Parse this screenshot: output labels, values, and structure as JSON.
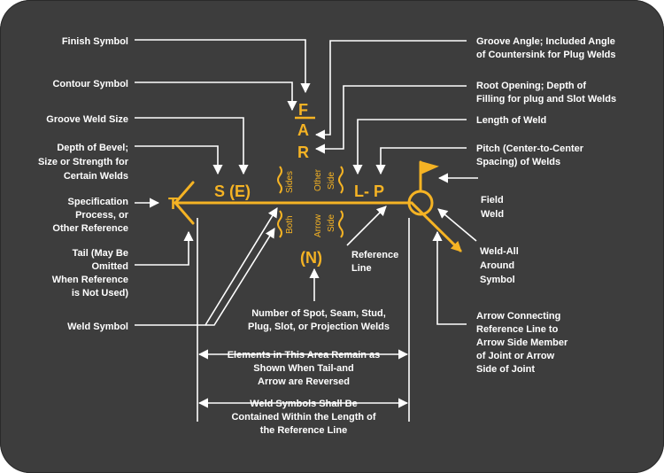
{
  "labels": {
    "finish_symbol": "Finish Symbol",
    "contour_symbol": "Contour Symbol",
    "groove_weld_size": "Groove Weld Size",
    "depth_of_bevel": [
      "Depth of Bevel;",
      "Size or Strength for",
      "Certain Welds"
    ],
    "specification": [
      "Specification",
      "Process, or",
      "Other Reference"
    ],
    "tail": [
      "Tail (May Be",
      "Omitted",
      "When Reference",
      "is Not Used)"
    ],
    "weld_symbol": "Weld Symbol",
    "groove_angle": [
      "Groove Angle; Included Angle",
      "of Countersink for Plug Welds"
    ],
    "root_opening": [
      "Root Opening; Depth of",
      "Filling for plug and Slot Welds"
    ],
    "length_of_weld": "Length of Weld",
    "pitch": [
      "Pitch (Center-to-Center",
      "Spacing) of Welds"
    ],
    "field_weld": [
      "Field",
      "Weld"
    ],
    "weld_all_around": [
      "Weld-All",
      "Around",
      "Symbol"
    ],
    "reference_line": [
      "Reference",
      "Line"
    ],
    "arrow_connecting": [
      "Arrow Connecting",
      "Reference Line to",
      "Arrow Side Member",
      "of Joint or Arrow",
      "Side of Joint"
    ],
    "number_of_spot": [
      "Number of Spot, Seam, Stud,",
      "Plug, Slot, or Projection Welds"
    ],
    "elements_area": [
      "Elements in This Area Remain as",
      "Shown When Tail-and",
      "Arrow are Reversed"
    ],
    "contained_within": [
      "Weld Symbols Shall Be",
      "Contained Within the Length of",
      "the Reference Line"
    ]
  },
  "symbols": {
    "F": "F",
    "A": "A",
    "R": "R",
    "T": "T",
    "SE": "S (E)",
    "LP": "L- P",
    "N": "(N)"
  },
  "sides": {
    "sides": "Sides",
    "both": "Both",
    "other_side": [
      "Other",
      "Side"
    ],
    "arrow_side": [
      "Arrow",
      "Side"
    ]
  },
  "colors": {
    "panel": "#3d3d3d",
    "accent": "#f5b324",
    "lines": "#ffffff"
  }
}
